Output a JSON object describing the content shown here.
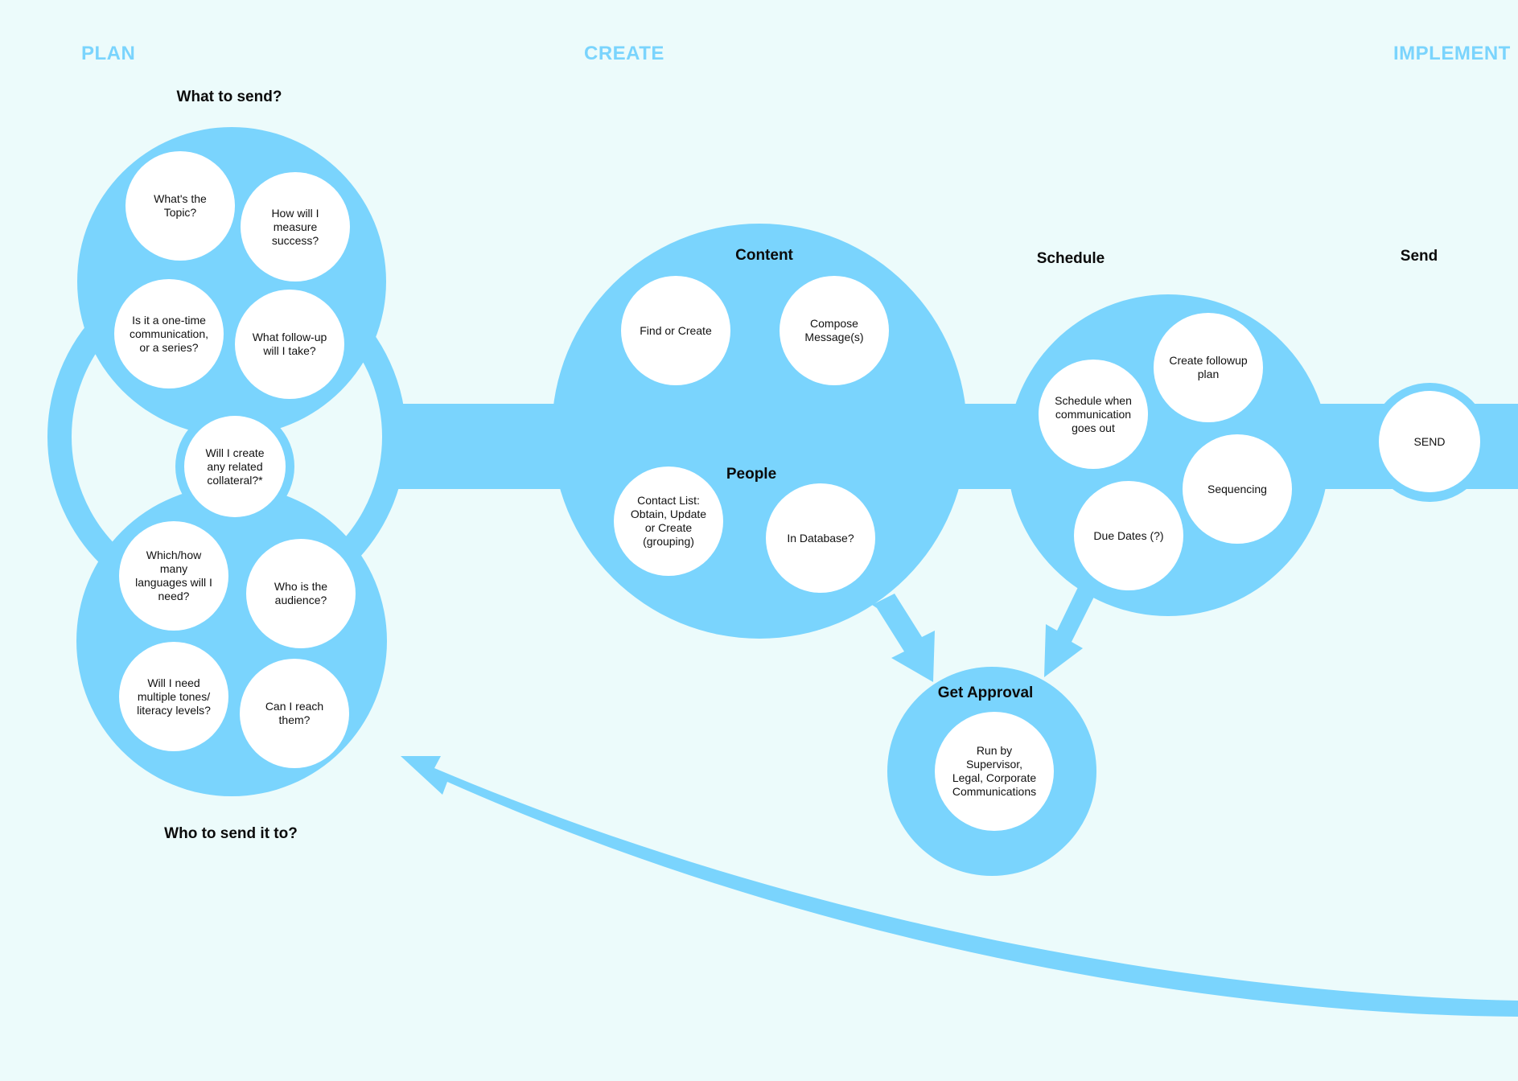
{
  "colors": {
    "background": "#ecfbfb",
    "flow": "#7ad4fd",
    "bubble": "#ffffff",
    "phase": "#7ad4fd",
    "text": "#111111"
  },
  "phases": {
    "plan": "PLAN",
    "create": "CREATE",
    "implement": "IMPLEMENT"
  },
  "headings": {
    "what_to_send": "What to send?",
    "who_to_send": "Who to send it to?",
    "content": "Content",
    "people": "People",
    "schedule": "Schedule",
    "send": "Send",
    "get_approval": "Get Approval"
  },
  "plan": {
    "topic": "What's the\nTopic?",
    "measure": "How will I\nmeasure\nsuccess?",
    "one_time": "Is it a one-time\ncommunication,\nor a series?",
    "follow_up": "What follow-up\nwill I take?",
    "collateral": "Will I create\nany related\ncollateral?*",
    "languages": "Which/how\nmany\nlanguages will I\nneed?",
    "audience": "Who is the\naudience?",
    "tones": "Will I need\nmultiple tones/\nliteracy levels?",
    "reach": "Can I reach\nthem?"
  },
  "create": {
    "find_create": "Find or Create",
    "compose": "Compose\nMessage(s)",
    "contact_list": "Contact List:\nObtain, Update\nor Create\n(grouping)",
    "in_database": "In Database?"
  },
  "schedule": {
    "when": "Schedule when\ncommunication\ngoes out",
    "followup_plan": "Create followup\nplan",
    "sequencing": "Sequencing",
    "due_dates": "Due Dates (?)"
  },
  "implement": {
    "send": "SEND"
  },
  "approval": {
    "run_by": "Run by\nSupervisor,\nLegal, Corporate\nCommunications"
  }
}
